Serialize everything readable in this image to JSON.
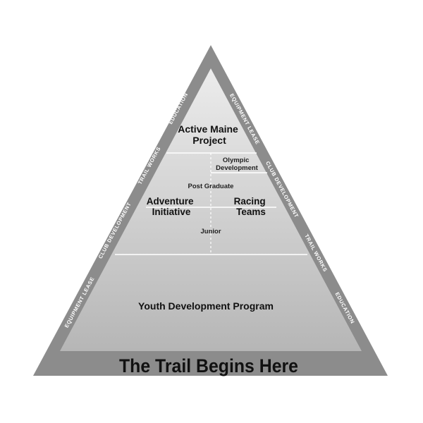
{
  "pyramid": {
    "tiers": {
      "top": "Active Maine\nProject",
      "olympic": "Olympic\nDevelopment",
      "post_graduate": "Post Graduate",
      "adventure": "Adventure\nInitiative",
      "racing": "Racing\nTeams",
      "junior": "Junior",
      "youth": "Youth Development Program"
    },
    "left_border": [
      "EDUCATION",
      "TRAIL WORKS",
      "CLUB DEVELOPMENT",
      "EQUIPMENT LEASE"
    ],
    "right_border": [
      "EQUIPMENT LEASE",
      "CLUB DEVELOPMENT",
      "TRAIL WORKS",
      "EDUCATION"
    ],
    "base_title": "The Trail Begins Here"
  },
  "colors": {
    "outer_border": "#8c8c8c",
    "inner_top": "#e9e9e9",
    "inner_bottom": "#b9b9b9",
    "divider": "#ffffff",
    "text": "#111111"
  }
}
